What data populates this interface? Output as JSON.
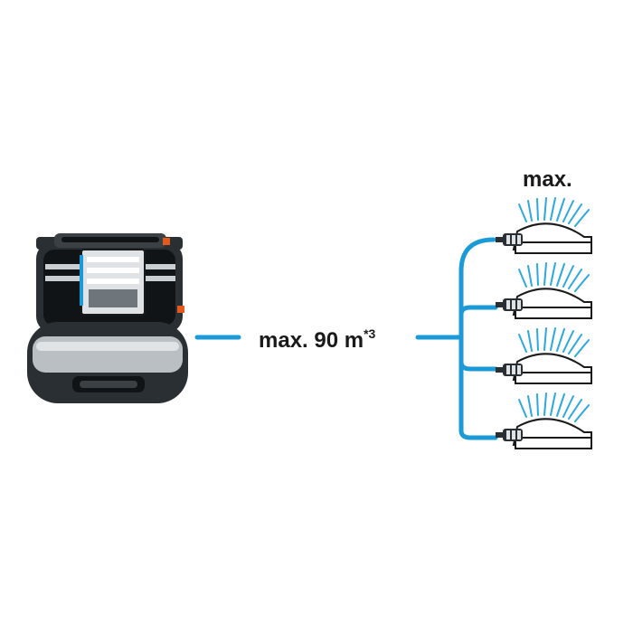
{
  "distance_label": {
    "text": "max. 90 m",
    "footnote": "*3"
  },
  "sprinklers_label": "max.",
  "sprinkler_count": 4,
  "colors": {
    "hose": "#1a9ad6",
    "spray": "#2ba9de",
    "outline": "#1a1a1a",
    "pump_body": "#2a2f33",
    "pump_light": "#dfe3e6",
    "pump_accent": "#e45a1e"
  },
  "icons": {
    "pump": "garden-pump-icon",
    "sprinkler": "sprinkler-icon"
  }
}
